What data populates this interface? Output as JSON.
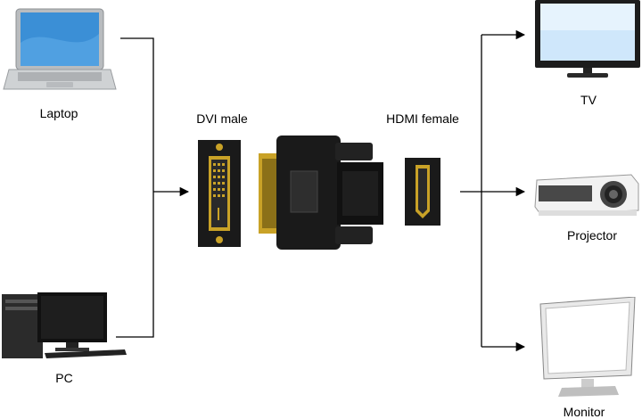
{
  "labels": {
    "laptop": "Laptop",
    "pc": "PC",
    "dvi_male": "DVI male",
    "hdmi_female": "HDMI female",
    "tv": "TV",
    "projector": "Projector",
    "monitor": "Monitor"
  },
  "colors": {
    "line": "#000000",
    "connector_black": "#1a1a1a",
    "gold": "#c9a227",
    "screen_blue": "#3b8fd6"
  },
  "icons": [
    "laptop-icon",
    "pc-icon",
    "dvi-connector-icon",
    "adapter-icon",
    "hdmi-port-icon",
    "tv-icon",
    "projector-icon",
    "monitor-icon"
  ]
}
